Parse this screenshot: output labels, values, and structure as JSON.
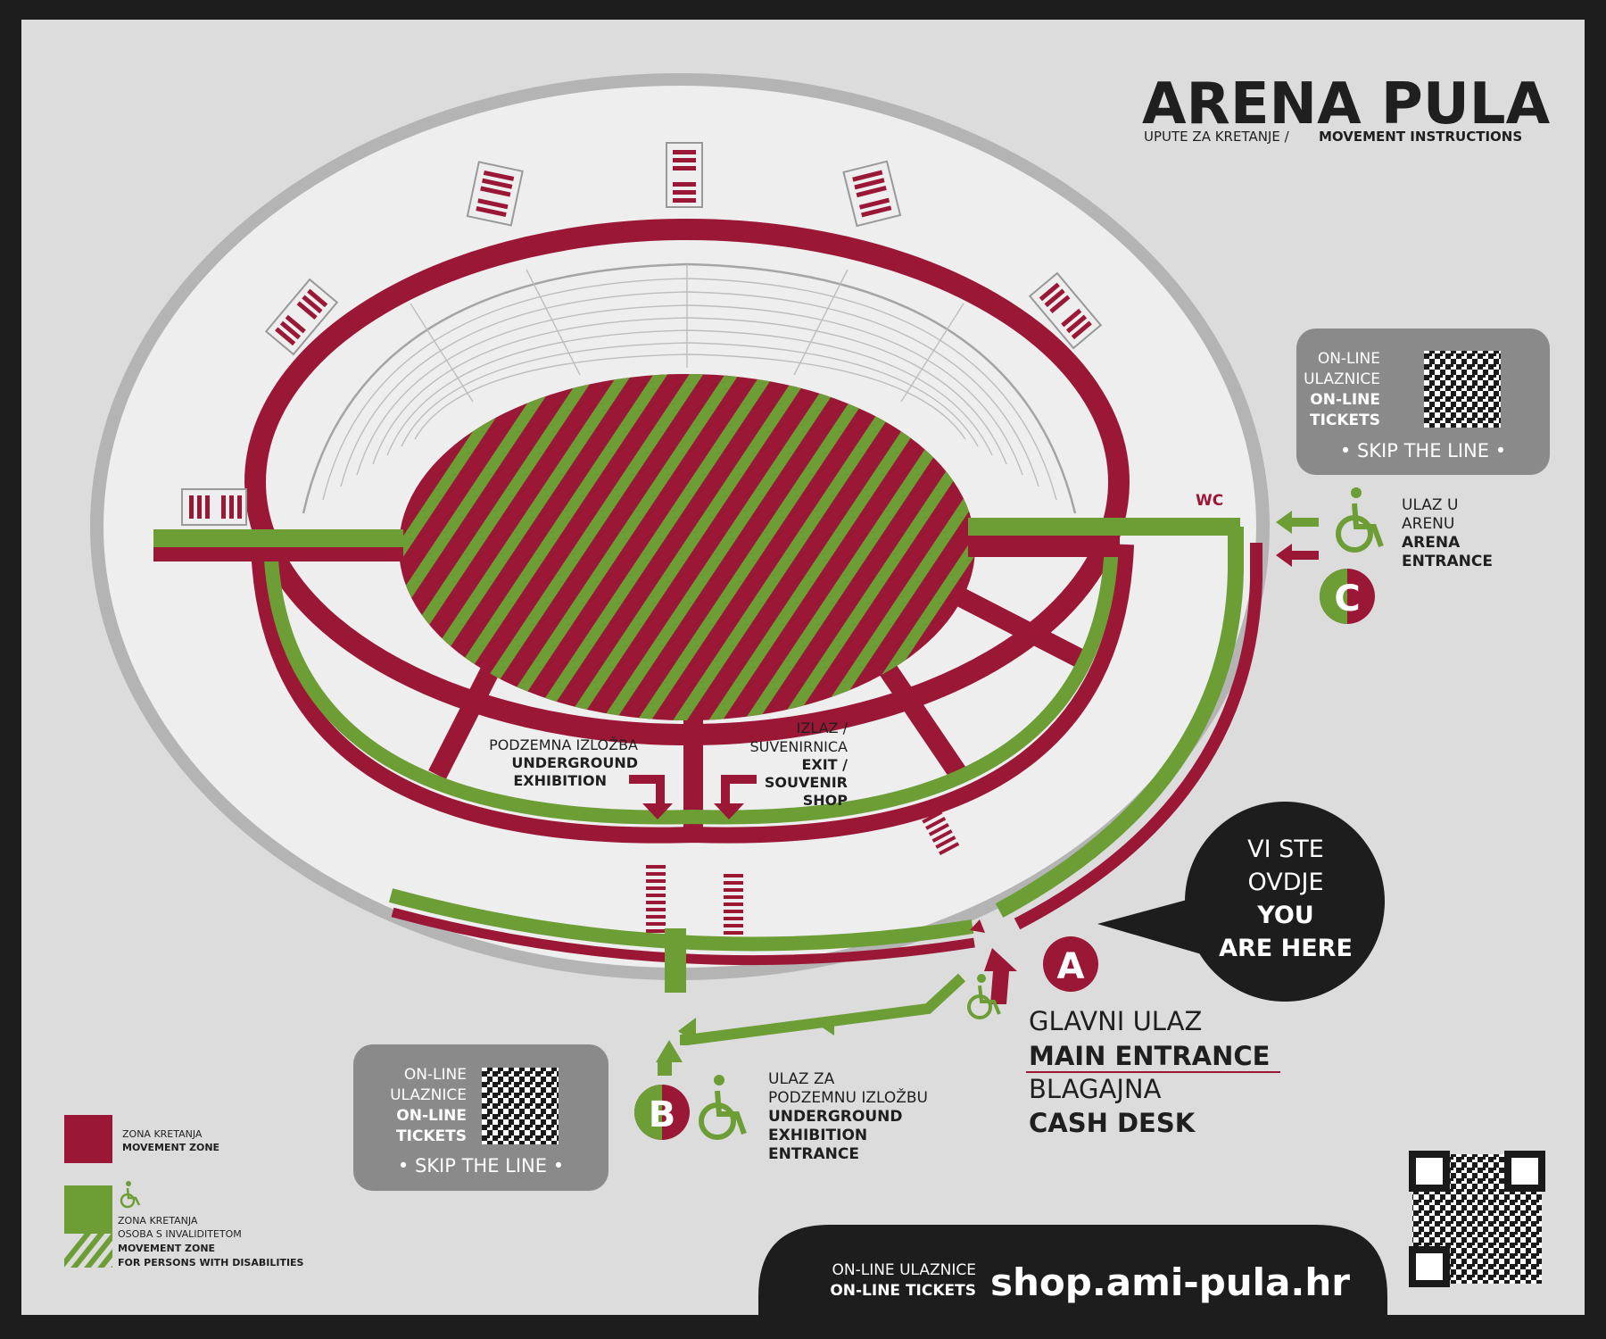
{
  "title": "ARENA PULA",
  "subtitle": {
    "hr": "UPUTE ZA KRETANJE /",
    "en": "MOVEMENT INSTRUCTIONS"
  },
  "colors": {
    "movement_zone": "#9b1736",
    "disability_zone": "#6d9e36",
    "frame": "#1d1d1d",
    "background": "#dcdcdc"
  },
  "labels": {
    "wc": "WC",
    "underground": {
      "hr": "PODZEMNA IZLOŽBA",
      "en1": "UNDERGROUND",
      "en2": "EXHIBITION"
    },
    "exit": {
      "hr1": "IZLAZ /",
      "hr2": "SUVENIRNICA",
      "en1": "EXIT /",
      "en2": "SOUVENIR",
      "en3": "SHOP"
    },
    "entrance_c": {
      "hr1": "ULAZ U",
      "hr2": "ARENU",
      "en1": "ARENA",
      "en2": "ENTRANCE"
    },
    "entrance_b": {
      "hr1": "ULAZ ZA",
      "hr2": "PODZEMNU IZLOŽBU",
      "en1": "UNDERGROUND",
      "en2": "EXHIBITION",
      "en3": "ENTRANCE"
    },
    "main": {
      "hr1": "GLAVNI ULAZ",
      "en1": "MAIN ENTRANCE",
      "hr2": "BLAGAJNA",
      "en2": "CASH DESK"
    },
    "you_are_here": {
      "hr1": "VI STE",
      "hr2": "OVDJE",
      "en1": "YOU",
      "en2": "ARE HERE"
    }
  },
  "markers": {
    "a": "A",
    "b": "B",
    "c": "C"
  },
  "tickets_box": {
    "hr1": "ON-LINE",
    "hr2": "ULAZNICE",
    "en1": "ON-LINE",
    "en2": "TICKETS",
    "skip": "• SKIP THE LINE •"
  },
  "legend": {
    "movement": {
      "hr": "ZONA KRETANJA",
      "en": "MOVEMENT ZONE"
    },
    "disability": {
      "hr1": "ZONA KRETANJA",
      "hr2": "OSOBA S INVALIDITETOM",
      "en1": "MOVEMENT ZONE",
      "en2": "FOR PERSONS WITH DISABILITIES"
    }
  },
  "footer": {
    "hr": "ON-LINE ULAZNICE",
    "en": "ON-LINE TICKETS",
    "url": "shop.ami-pula.hr"
  },
  "icons": [
    "wheelchair-icon",
    "qr-code-icon",
    "arrow-icon",
    "speech-bubble-icon"
  ]
}
